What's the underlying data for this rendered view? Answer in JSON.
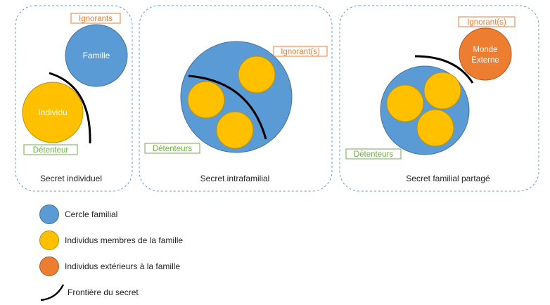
{
  "colors": {
    "family": "#5b9bd5",
    "family_stroke": "#41719c",
    "individual": "#ffc000",
    "individual_stroke": "#bf9000",
    "external": "#ed7d31",
    "external_stroke": "#ae5a21",
    "holder_label": "#70ad47",
    "ignorant_label": "#ed7d31",
    "panel_border": "#5b9bd5",
    "frontier": "#000000"
  },
  "panels": [
    {
      "caption": "Secret individuel",
      "family_label": "Famille",
      "individual_label": "Individu",
      "ignorant_tag": "Ignorants",
      "holder_tag": "Détenteur"
    },
    {
      "caption": "Secret intrafamilial",
      "ignorant_tag": "Ignorant(s)",
      "holder_tag": "Détenteurs"
    },
    {
      "caption": "Secret familial partagé",
      "external_label_line1": "Monde",
      "external_label_line2": "Externe",
      "ignorant_tag": "Ignorant(s)",
      "holder_tag": "Détenteurs"
    }
  ],
  "legend": [
    {
      "label": "Cercle familial",
      "icon": "circle-blue"
    },
    {
      "label": "Individus membres de la famille",
      "icon": "circle-yellow"
    },
    {
      "label": "Individus extérieurs à la famille",
      "icon": "circle-orange"
    },
    {
      "label": "Frontière du secret",
      "icon": "curved-line"
    }
  ]
}
